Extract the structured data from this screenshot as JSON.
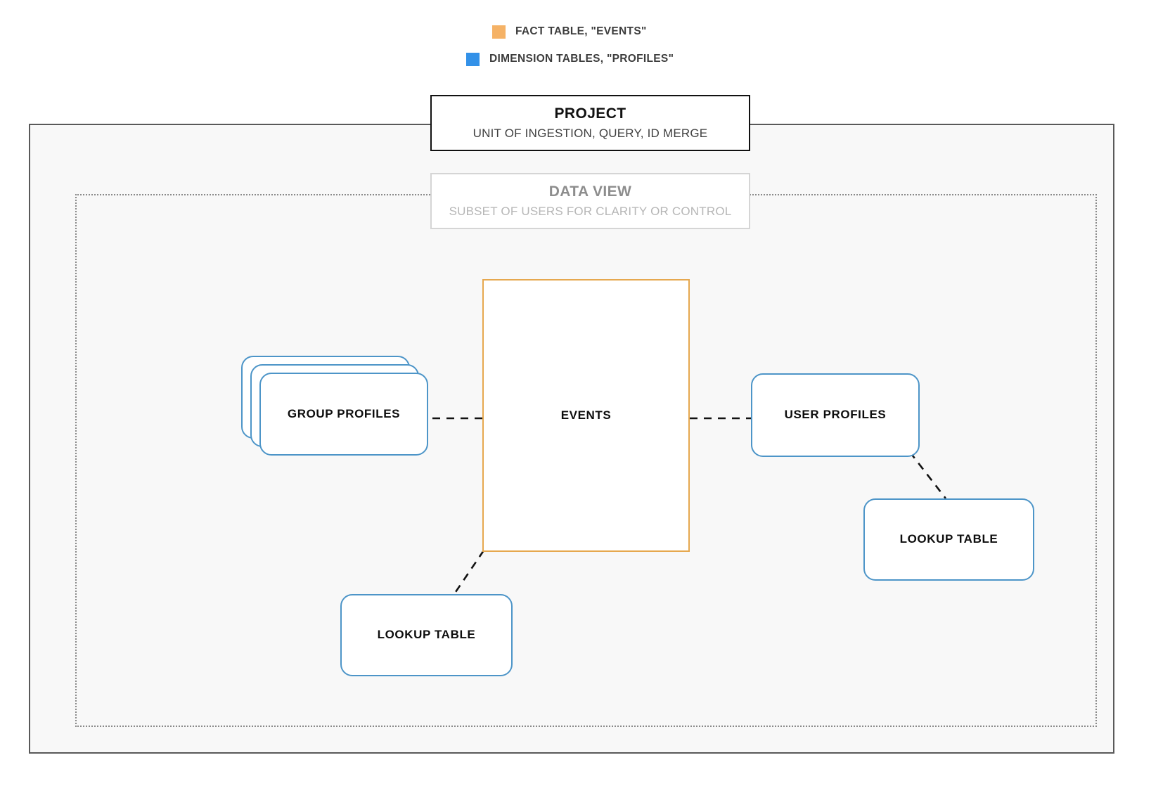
{
  "legend": {
    "items": [
      {
        "swatch_color": "#f5b266",
        "label": "FACT TABLE, \"EVENTS\"",
        "icon": "square-swatch-icon"
      },
      {
        "swatch_color": "#3391e8",
        "label": "DIMENSION TABLES, \"PROFILES\"",
        "icon": "square-swatch-icon"
      }
    ]
  },
  "project": {
    "title": "PROJECT",
    "subtitle": "UNIT OF INGESTION, QUERY, ID MERGE",
    "border_color": "#111111"
  },
  "data_view": {
    "title": "DATA VIEW",
    "subtitle": "SUBSET OF USERS FOR CLARITY OR CONTROL",
    "border_color": "#d5d5d5"
  },
  "nodes": {
    "events": {
      "label": "EVENTS",
      "color": "#e6a84f",
      "kind": "fact-table"
    },
    "group_profiles": {
      "label": "GROUP PROFILES",
      "color": "#4d95c8",
      "kind": "dimension-table-stack"
    },
    "user_profiles": {
      "label": "USER PROFILES",
      "color": "#4d95c8",
      "kind": "dimension-table"
    },
    "lookup_left": {
      "label": "LOOKUP TABLE",
      "color": "#4d95c8",
      "kind": "lookup-table"
    },
    "lookup_right": {
      "label": "LOOKUP TABLE",
      "color": "#4d95c8",
      "kind": "lookup-table"
    }
  },
  "connectors": [
    {
      "from": "group-profiles",
      "to": "events",
      "style": "dashed"
    },
    {
      "from": "events",
      "to": "user-profiles",
      "style": "dashed"
    },
    {
      "from": "user-profiles",
      "to": "lookup-table-right",
      "style": "dashed"
    },
    {
      "from": "events",
      "to": "lookup-table-left",
      "style": "dashed"
    }
  ],
  "canvas": {
    "background": "#ffffff",
    "project_fill": "#f8f8f8",
    "outer_border": "#595959",
    "dotted_border": "#8a8a8a"
  }
}
